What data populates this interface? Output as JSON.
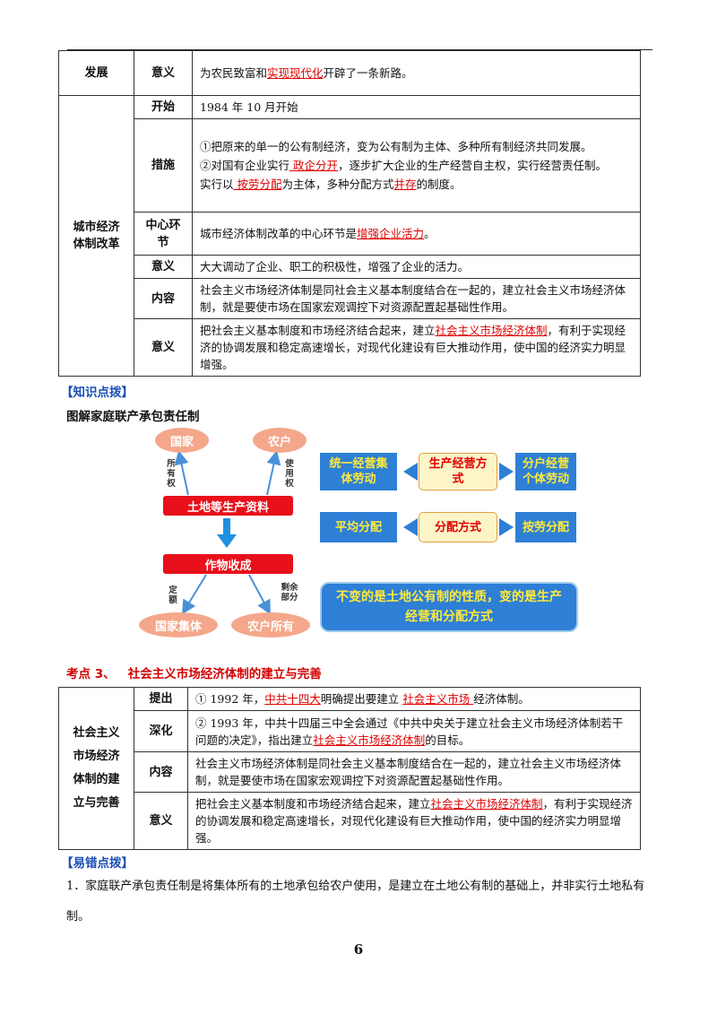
{
  "table1": {
    "r_fazhan": {
      "c1": "发展",
      "c2": "意义",
      "pre": "为农民致富和",
      "u1": "实现现代化",
      "post": "开辟了一条新路。"
    },
    "section_city": "城市经济体制改革",
    "r_start": {
      "c2": "开始",
      "text": "1984 年 10 月开始"
    },
    "r_measure": {
      "c2": "措施",
      "p1": "①把原来的单一的公有制经济，变为公有制为主体、多种所有制经济共同发展。",
      "p2_pre": "②对国有企业实行",
      "p2_u": " 政企分开",
      "p2_post": "，逐步扩大企业的生产经营自主权，实行经营责任制。",
      "p3_pre": "实行以",
      "p3_u1": " 按劳分配",
      "p3_mid": "为主体，多种分配方式",
      "p3_u2": "并存",
      "p3_post": "的制度。"
    },
    "r_center": {
      "c2": "中心环节",
      "pre": "城市经济体制改革的中心环节是",
      "u": "增强企业活力",
      "post": "。"
    },
    "r_sig": {
      "c2": "意义",
      "text": "大大调动了企业、职工的积极性，增强了企业的活力。"
    },
    "r_content": {
      "c2": "内容",
      "text": "社会主义市场经济体制是同社会主义基本制度结合在一起的，建立社会主义市场经济体制，就是要使市场在国家宏观调控下对资源配置起基础性作用。"
    },
    "r_sig2": {
      "c2": "意义",
      "pre": "把社会主义基本制度和市场经济结合起来，建立",
      "u": "社会主义市场经济体制",
      "post": "，有利于实现经济的协调发展和稳定高速增长，对现代化建设有巨大推动作用，使中国的经济实力明显增强。"
    }
  },
  "knowledge_label": "【知识点拨】",
  "diagram_title": "图解家庭联产承包责任制",
  "diagram": {
    "guojia": "国家",
    "nonghu": "农户",
    "suoyouquan": "所有权",
    "shiyongquan": "使用权",
    "land": "土地等生产资料",
    "crop": "作物收成",
    "dinge": "定额",
    "shengyu": "剩余部分",
    "guojiajiti": "国家集体",
    "nonghusuoyou": "农户所有",
    "b1": "统一经营集体劳动",
    "c1": "生产经营方式",
    "b2": "分户经营个体劳动",
    "b3": "平均分配",
    "c2": "分配方式",
    "b4": "按劳分配",
    "band": "不变的是土地公有制的性质，变的是生产经营和分配方式"
  },
  "kaodian": "考点 3、   社会主义市场经济体制的建立与完善",
  "table2": {
    "section": "社会主义市场经济体制的建立与完善",
    "r_tichu": {
      "c2": "提出",
      "pre": "① 1992 年，",
      "u1": "中共十四大",
      "mid": "明确提出要建立 ",
      "u2": " 社会主义市场 ",
      "post": " 经济体制。"
    },
    "r_shenhua": {
      "c2": "深化",
      "pre": "② 1993 年，中共十四届三中全会通过《中共中央关于建立社会主义市场经济体制若干问题的决定》，指出建立",
      "u": "社会主义市场经济体制",
      "post": "的目标。"
    },
    "r_content": {
      "c2": "内容",
      "text": "社会主义市场经济体制是同社会主义基本制度结合在一起的，建立社会主义市场经济体制，就是要使市场在国家宏观调控下对资源配置起基础性作用。"
    },
    "r_sig": {
      "c2": "意义",
      "pre": "把社会主义基本制度和市场经济结合起来，建立",
      "u": "社会主义市场经济体制",
      "post": "，有利于实现经济的协调发展和稳定高速增长，对现代化建设有巨大推动作用，使中国的经济实力明显增强。"
    }
  },
  "error_label": "【易错点拨】",
  "note1": "1．家庭联产承包责任制是将集体所有的土地承包给农户使用，是建立在土地公有制的基础上，并非实行土地私有制。",
  "page_number": "6"
}
